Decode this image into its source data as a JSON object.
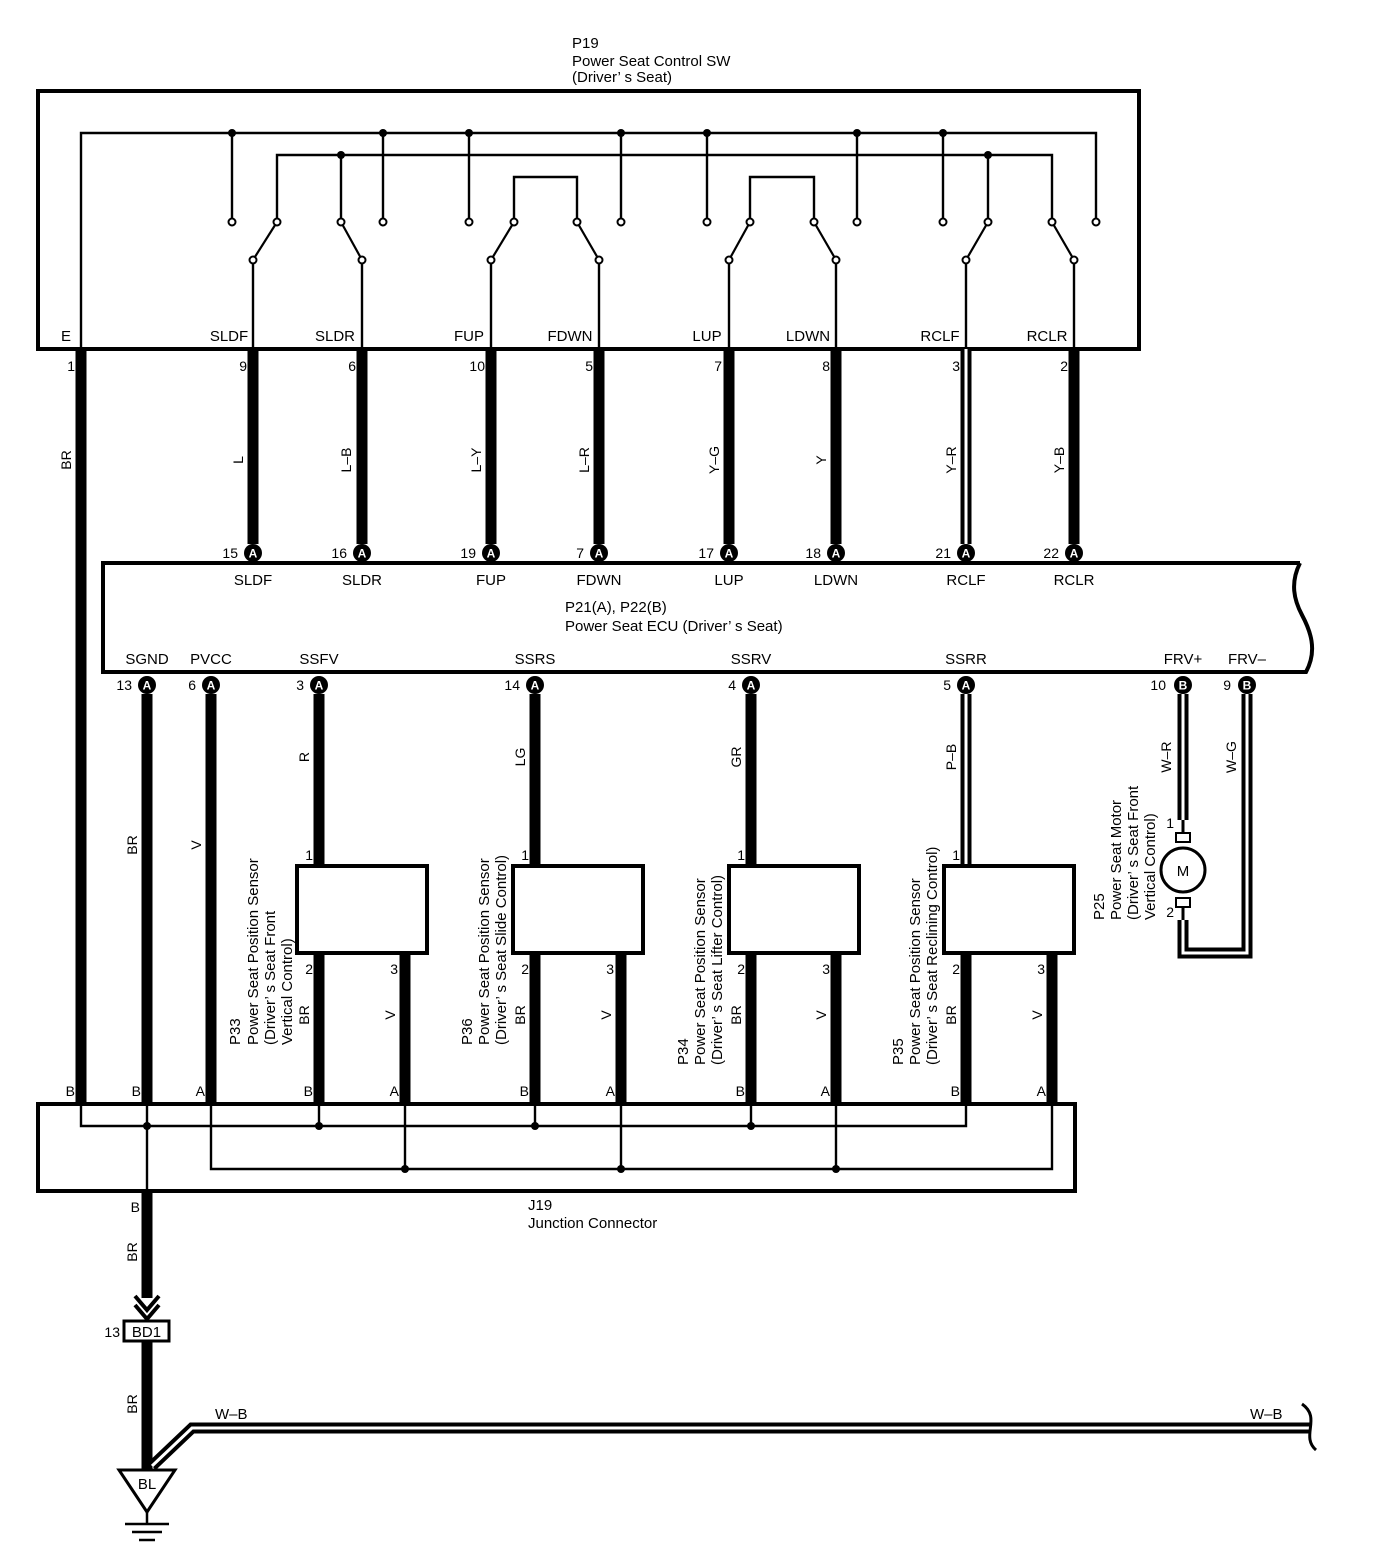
{
  "sw": {
    "code": "P19",
    "name": "Power Seat Control SW",
    "sub": "(Driver’ s Seat)",
    "pins": [
      {
        "label": "E",
        "num": "1"
      },
      {
        "label": "SLDF",
        "num": "9"
      },
      {
        "label": "SLDR",
        "num": "6"
      },
      {
        "label": "FUP",
        "num": "10"
      },
      {
        "label": "FDWN",
        "num": "5"
      },
      {
        "label": "LUP",
        "num": "7"
      },
      {
        "label": "LDWN",
        "num": "8"
      },
      {
        "label": "RCLF",
        "num": "3"
      },
      {
        "label": "RCLR",
        "num": "2"
      }
    ]
  },
  "top_wires": [
    {
      "color": "L",
      "ecu_pin": "15",
      "conn": "A",
      "ecu_label": "SLDF"
    },
    {
      "color": "L–B",
      "ecu_pin": "16",
      "conn": "A",
      "ecu_label": "SLDR"
    },
    {
      "color": "L–Y",
      "ecu_pin": "19",
      "conn": "A",
      "ecu_label": "FUP"
    },
    {
      "color": "L–R",
      "ecu_pin": "7",
      "conn": "A",
      "ecu_label": "FDWN"
    },
    {
      "color": "Y–G",
      "ecu_pin": "17",
      "conn": "A",
      "ecu_label": "LUP"
    },
    {
      "color": "Y",
      "ecu_pin": "18",
      "conn": "A",
      "ecu_label": "LDWN"
    },
    {
      "color": "Y–R",
      "ecu_pin": "21",
      "conn": "A",
      "ecu_label": "RCLF"
    },
    {
      "color": "Y–B",
      "ecu_pin": "22",
      "conn": "A",
      "ecu_label": "RCLR"
    }
  ],
  "ground_wire_color": "BR",
  "ecu": {
    "code": "P21(A), P22(B)",
    "name": "Power Seat ECU (Driver’ s Seat)",
    "bottom_pins": [
      {
        "label": "SGND",
        "num": "13",
        "conn": "A",
        "color": "BR"
      },
      {
        "label": "PVCC",
        "num": "6",
        "conn": "A",
        "color": "V"
      },
      {
        "label": "SSFV",
        "num": "3",
        "conn": "A",
        "color": "R"
      },
      {
        "label": "SSRS",
        "num": "14",
        "conn": "A",
        "color": "LG"
      },
      {
        "label": "SSRV",
        "num": "4",
        "conn": "A",
        "color": "GR"
      },
      {
        "label": "SSRR",
        "num": "5",
        "conn": "A",
        "color": "P–B"
      },
      {
        "label": "FRV+",
        "num": "10",
        "conn": "B",
        "color": "W–R"
      },
      {
        "label": "FRV–",
        "num": "9",
        "conn": "B",
        "color": "W–G"
      }
    ]
  },
  "sensors": [
    {
      "code": "P33",
      "line1": "Power Seat Position Sensor",
      "line2": "(Driver’ s Seat Front",
      "line3": "Vertical Control)",
      "pin1": "1",
      "pin2": "2",
      "pin3": "3",
      "c2": "BR",
      "c3": "V"
    },
    {
      "code": "P36",
      "line1": "Power Seat Position Sensor",
      "line2": "(Driver’ s Seat Slide Control)",
      "line3": "",
      "pin1": "1",
      "pin2": "2",
      "pin3": "3",
      "c2": "BR",
      "c3": "V"
    },
    {
      "code": "P34",
      "line1": "Power Seat Position Sensor",
      "line2": "(Driver’ s Seat Lifter Control)",
      "line3": "",
      "pin1": "1",
      "pin2": "2",
      "pin3": "3",
      "c2": "BR",
      "c3": "V"
    },
    {
      "code": "P35",
      "line1": "Power Seat Position Sensor",
      "line2": "(Driver’ s Seat Reclining Control)",
      "line3": "",
      "pin1": "1",
      "pin2": "2",
      "pin3": "3",
      "c2": "BR",
      "c3": "V"
    }
  ],
  "motor": {
    "code": "P25",
    "line1": "Power Seat Motor",
    "line2": "(Driver’ s Seat Front",
    "line3": "Vertical Control)",
    "symbol": "M",
    "pin1": "1",
    "pin2": "2"
  },
  "junction": {
    "code": "J19",
    "name": "Junction Connector",
    "top_pins": [
      "B",
      "B",
      "A",
      "B",
      "A",
      "B",
      "A",
      "B",
      "A",
      "B",
      "A"
    ],
    "bottom_pin": "B"
  },
  "bd1": {
    "label": "BD1",
    "num": "13"
  },
  "lower_colors": {
    "j19_to_bd1": "BR",
    "bd1_to_ground": "BR",
    "branch": "W–B",
    "branch_end": "W–B"
  },
  "ground": {
    "label": "BL"
  }
}
